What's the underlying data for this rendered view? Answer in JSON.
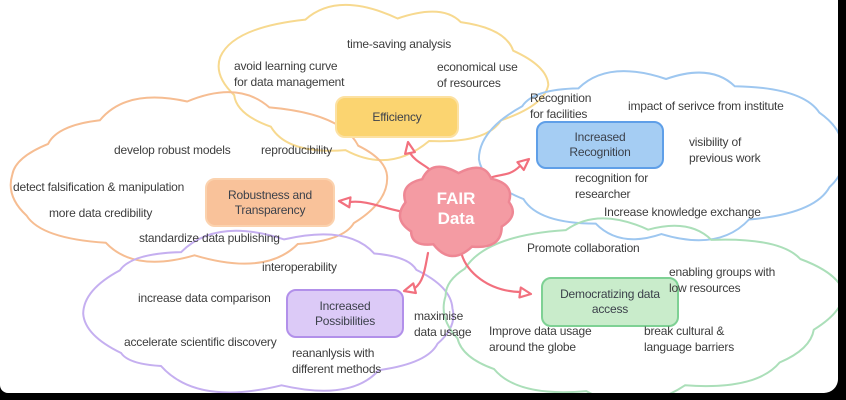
{
  "colors": {
    "frame": "#000000",
    "canvas": "#ffffff",
    "label_text": "#3d3d3d",
    "box_text": "#3c414b",
    "arrow": "#f2707e",
    "center_fill": "#f49ba3",
    "center_stroke": "#ee8794",
    "center_text": "#ffffff",
    "efficiency": {
      "cloud": "#f7d98f",
      "box_fill": "#fbd470",
      "box_border": "#fce1a2"
    },
    "recognition": {
      "cloud": "#9ec7f0",
      "box_fill": "#a5cdf3",
      "box_border": "#5f9fe8"
    },
    "robustness": {
      "cloud": "#f6bd92",
      "box_fill": "#f9c29a",
      "box_border": "#fbd2ae"
    },
    "possibilities": {
      "cloud": "#c5aff0",
      "box_fill": "#dccaf7",
      "box_border": "#b290ea"
    },
    "democratizing": {
      "cloud": "#abdfb9",
      "box_fill": "#c9eccb",
      "box_border": "#7ed194"
    }
  },
  "center": {
    "label": "FAIR\nData"
  },
  "clouds": {
    "efficiency": {
      "box_label": "Efficiency",
      "notes": [
        "time-saving analysis",
        "avoid learning curve\nfor data management",
        "economical use\nof resources"
      ]
    },
    "recognition": {
      "box_label": "Increased\nRecognition",
      "notes": [
        "Recognition\nfor facilities",
        "impact of serivce from institute",
        "visibility of\nprevious work",
        "recognition for\nresearcher",
        "Increase knowledge exchange"
      ]
    },
    "robustness": {
      "box_label": "Robustness and\nTransparency",
      "notes": [
        "develop robust models",
        "reproducibility",
        "detect falsification & manipulation",
        "more data credibility",
        "standardize data publishing"
      ]
    },
    "possibilities": {
      "box_label": "Increased\nPossibilities",
      "notes": [
        "interoperability",
        "increase data comparison",
        "maximise\ndata usage",
        "accelerate scientific discovery",
        "reananlysis with\ndifferent methods"
      ]
    },
    "democratizing": {
      "box_label": "Democratizing data\naccess",
      "notes": [
        "Promote collaboration",
        "enabling groups with\nlow resources",
        "Improve data usage\naround the globe",
        "break cultural &\nlanguage barriers"
      ]
    }
  }
}
